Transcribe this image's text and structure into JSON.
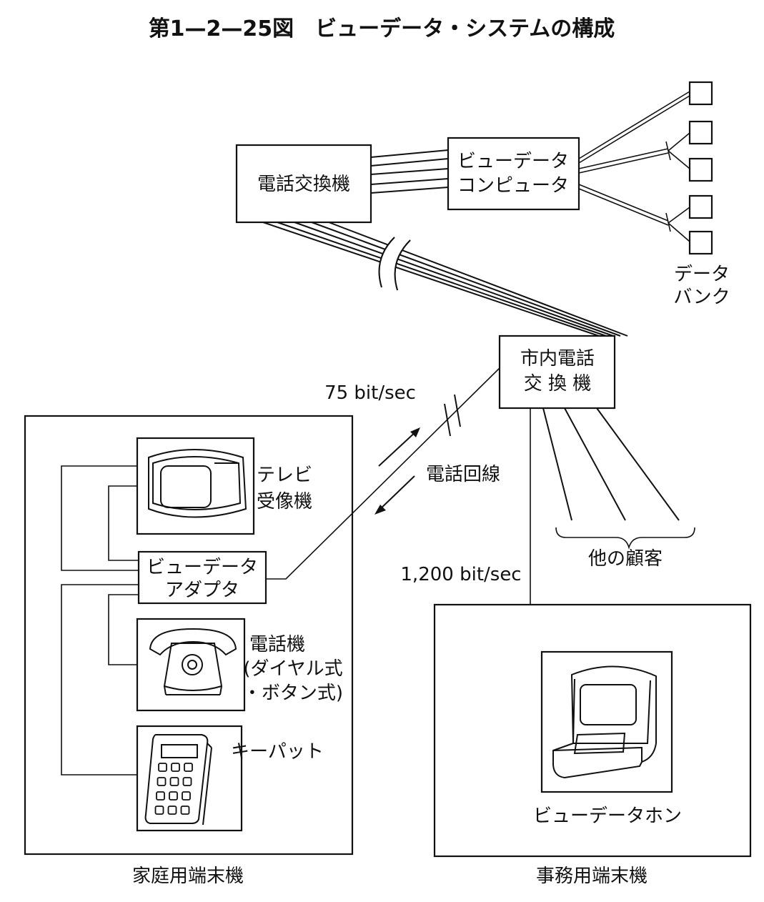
{
  "title": "第1—2—25図　ビューデータ・システムの構成",
  "nodes": {
    "exchange": "電話交換機",
    "viewdata_computer_1": "ビューデータ",
    "viewdata_computer_2": "コンピュータ",
    "databank_1": "データ",
    "databank_2": "バンク",
    "local_exchange_1": "市内電話",
    "local_exchange_2": "交 換 機",
    "tv_1": "テレビ",
    "tv_2": "受像機",
    "adapter_1": "ビューデータ",
    "adapter_2": "アダプタ",
    "phone_1": "電話機",
    "phone_2": "(ダイヤル式",
    "phone_3": "・ボタン式)",
    "keypad": "キーパット",
    "viewdataphone": "ビューデータホン",
    "other_customers": "他の顧客",
    "phone_line": "電話回線",
    "speed_up": "75 bit/sec",
    "speed_down": "1,200 bit/sec",
    "home_terminal": "家庭用端末機",
    "office_terminal": "事務用端末機"
  }
}
